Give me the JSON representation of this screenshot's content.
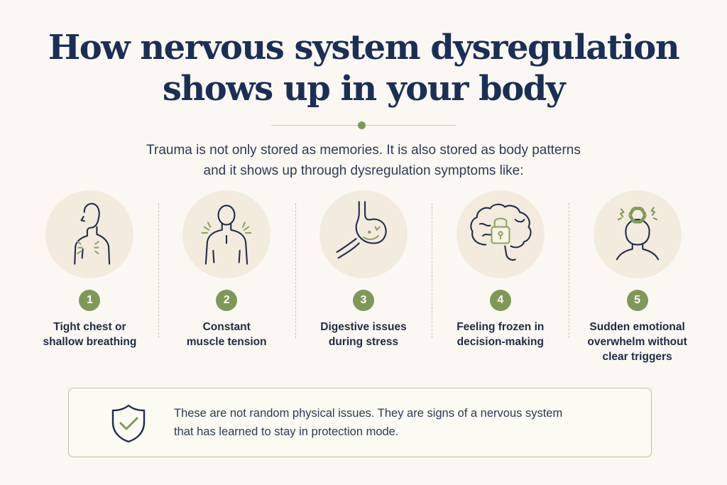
{
  "header": {
    "title_lines": [
      "How nervous system dysregulation",
      "shows up in your body"
    ]
  },
  "intro": {
    "lines": [
      "Trauma is not only stored as memories. It is also stored as body patterns",
      "and it shows up through dysregulation symptoms like:"
    ]
  },
  "symptoms": [
    {
      "number": "1",
      "icon": "chest-tightness-icon",
      "lines": [
        "Tight chest or",
        "shallow breathing"
      ]
    },
    {
      "number": "2",
      "icon": "muscle-tension-icon",
      "lines": [
        "Constant",
        "muscle tension"
      ]
    },
    {
      "number": "3",
      "icon": "stomach-icon",
      "lines": [
        "Digestive issues",
        "during stress"
      ]
    },
    {
      "number": "4",
      "icon": "brain-lock-icon",
      "lines": [
        "Feeling frozen in",
        "decision-making"
      ]
    },
    {
      "number": "5",
      "icon": "overwhelm-head-icon",
      "lines": [
        "Sudden emotional",
        "overwhelm without",
        "clear triggers"
      ]
    }
  ],
  "note": {
    "icon": "shield-check-icon",
    "lines": [
      "These are not random physical issues. They are signs of a nervous system",
      "that has learned to stay in protection mode."
    ]
  },
  "colors": {
    "background": "#fbf8f3",
    "title": "#1b2e56",
    "accent_green": "#7f9857",
    "icon_circle": "#f3ebde",
    "note_border": "#b9c79f"
  }
}
